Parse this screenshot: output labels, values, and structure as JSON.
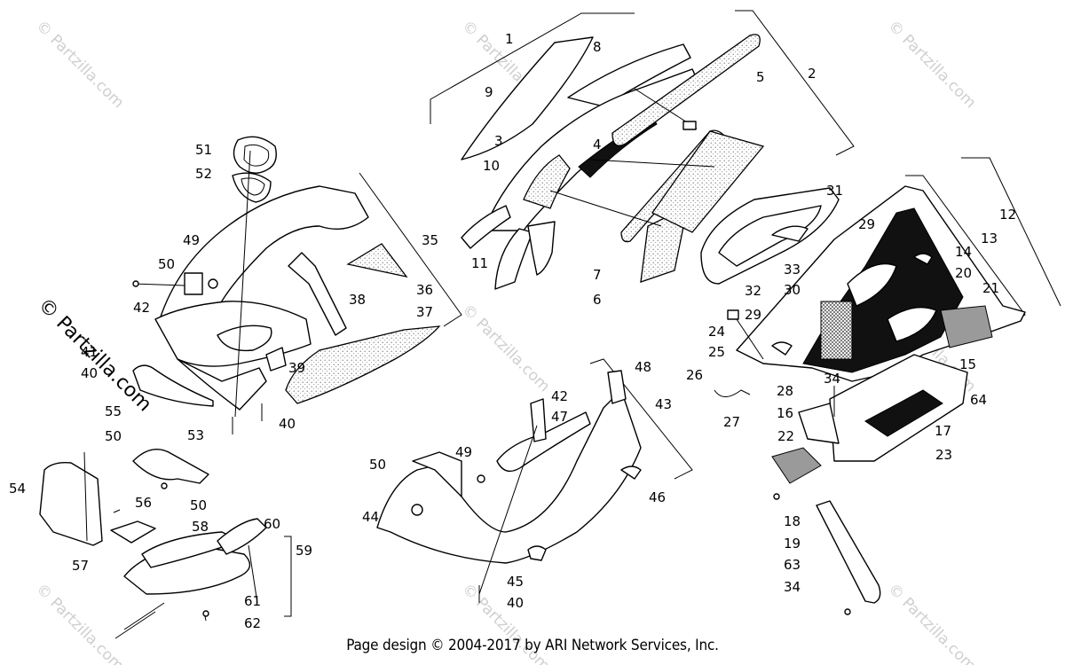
{
  "footer": "Page design © 2004-2017 by ARI Network Services, Inc.",
  "watermark": "© Partzilla.com",
  "callouts": [
    "1",
    "2",
    "3",
    "4",
    "5",
    "6",
    "7",
    "8",
    "9",
    "10",
    "11",
    "12",
    "13",
    "14",
    "15",
    "16",
    "17",
    "18",
    "19",
    "20",
    "21",
    "22",
    "23",
    "24",
    "25",
    "26",
    "27",
    "28",
    "29",
    "29",
    "30",
    "31",
    "32",
    "33",
    "34",
    "34",
    "35",
    "36",
    "37",
    "38",
    "39",
    "40",
    "40",
    "40",
    "41",
    "42",
    "42",
    "43",
    "44",
    "45",
    "46",
    "47",
    "48",
    "49",
    "49",
    "50",
    "50",
    "50",
    "50",
    "51",
    "52",
    "53",
    "54",
    "55",
    "56",
    "57",
    "58",
    "59",
    "60",
    "61",
    "62",
    "63",
    "64"
  ],
  "colors": {
    "ink": "#000000",
    "watermark": "#cfcfcf",
    "background": "#ffffff"
  }
}
